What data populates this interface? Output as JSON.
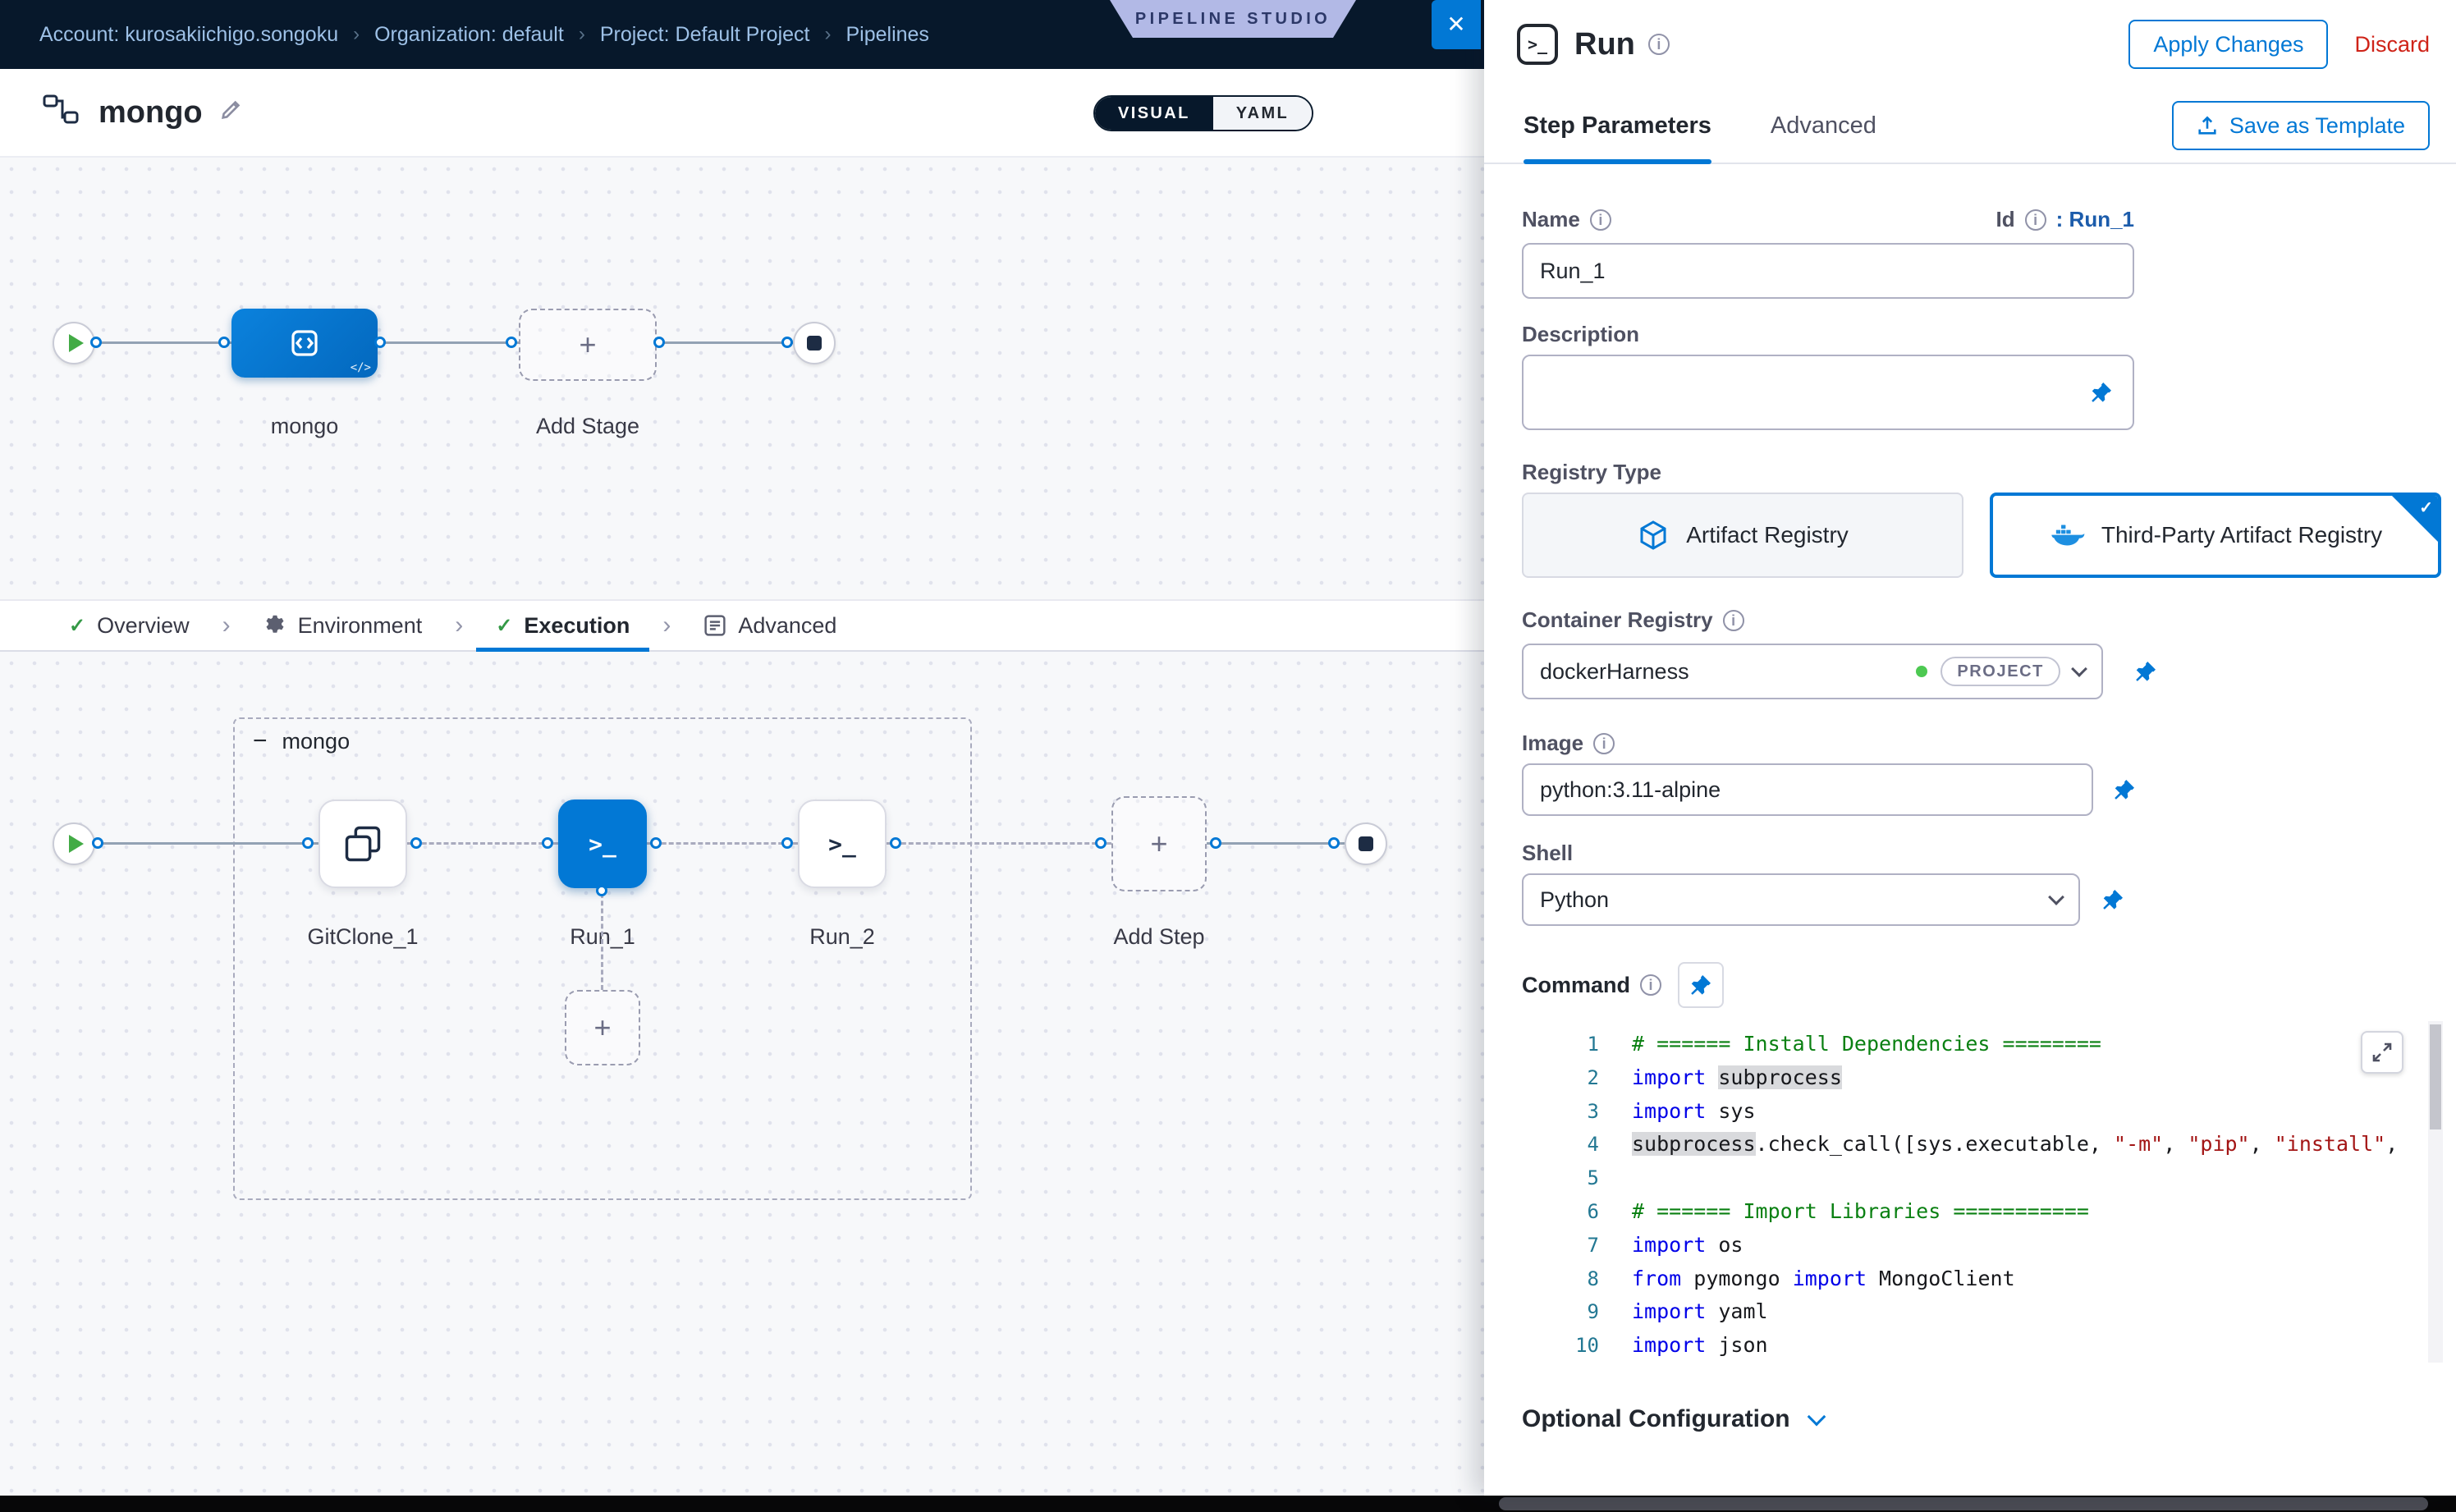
{
  "icons": {
    "terminal": ">_",
    "plus": "+",
    "minus": "−",
    "check": "✓",
    "close": "✕",
    "separator": "›",
    "info": "i",
    "code_badge": "</>"
  },
  "colors": {
    "accent": "#0278d5",
    "danger": "#cf2318",
    "navy": "#07182b",
    "green": "#42ab45"
  },
  "header": {
    "breadcrumbs": [
      "Account: kurosakiichigo.songoku",
      "Organization: default",
      "Project: Default Project",
      "Pipelines"
    ],
    "studio_badge": "PIPELINE STUDIO"
  },
  "pipeline_bar": {
    "name": "mongo",
    "toggle": {
      "visual": "VISUAL",
      "yaml": "YAML"
    }
  },
  "stage_graph": {
    "stage_label": "mongo",
    "add_stage_label": "Add Stage"
  },
  "section_tabs": {
    "overview": "Overview",
    "environment": "Environment",
    "execution": "Execution",
    "advanced": "Advanced"
  },
  "execution_graph": {
    "group_label": "mongo",
    "steps": [
      {
        "label": "GitClone_1"
      },
      {
        "label": "Run_1"
      },
      {
        "label": "Run_2"
      }
    ],
    "add_step_label": "Add Step"
  },
  "panel": {
    "title": "Run",
    "apply_label": "Apply Changes",
    "discard_label": "Discard",
    "tabs": {
      "step_parameters": "Step Parameters",
      "advanced": "Advanced"
    },
    "save_template_label": "Save as Template",
    "name_label": "Name",
    "id_label": "Id",
    "id_value": ": Run_1",
    "name_value": "Run_1",
    "description_label": "Description",
    "registry_type_label": "Registry Type",
    "registry_artifact_label": "Artifact Registry",
    "registry_thirdparty_label": "Third-Party Artifact Registry",
    "container_registry_label": "Container Registry",
    "container_registry_value": "dockerHarness",
    "container_registry_scope": "PROJECT",
    "image_label": "Image",
    "image_value": "python:3.11-alpine",
    "shell_label": "Shell",
    "shell_value": "Python",
    "command_label": "Command",
    "optional_config_label": "Optional Configuration",
    "code": {
      "lines": [
        {
          "n": "1",
          "segs": [
            [
              "c",
              "# ====== Install Dependencies ========"
            ]
          ]
        },
        {
          "n": "2",
          "segs": [
            [
              "k",
              "import"
            ],
            [
              "p",
              " "
            ],
            [
              "h",
              "subprocess"
            ]
          ]
        },
        {
          "n": "3",
          "segs": [
            [
              "k",
              "import"
            ],
            [
              "p",
              " sys"
            ]
          ]
        },
        {
          "n": "4",
          "segs": [
            [
              "h",
              "subprocess"
            ],
            [
              "p",
              ".check_call([sys.executable, "
            ],
            [
              "s",
              "\"-m\""
            ],
            [
              "p",
              ", "
            ],
            [
              "s",
              "\"pip\""
            ],
            [
              "p",
              ", "
            ],
            [
              "s",
              "\"install\""
            ],
            [
              "p",
              ","
            ]
          ]
        },
        {
          "n": "5",
          "segs": []
        },
        {
          "n": "6",
          "segs": [
            [
              "c",
              "# ====== Import Libraries ==========="
            ]
          ]
        },
        {
          "n": "7",
          "segs": [
            [
              "k",
              "import"
            ],
            [
              "p",
              " os"
            ]
          ]
        },
        {
          "n": "8",
          "segs": [
            [
              "k",
              "from"
            ],
            [
              "p",
              " pymongo "
            ],
            [
              "k",
              "import"
            ],
            [
              "p",
              " MongoClient"
            ]
          ]
        },
        {
          "n": "9",
          "segs": [
            [
              "k",
              "import"
            ],
            [
              "p",
              " yaml"
            ]
          ]
        },
        {
          "n": "10",
          "segs": [
            [
              "k",
              "import"
            ],
            [
              "p",
              " json"
            ]
          ]
        }
      ]
    }
  }
}
